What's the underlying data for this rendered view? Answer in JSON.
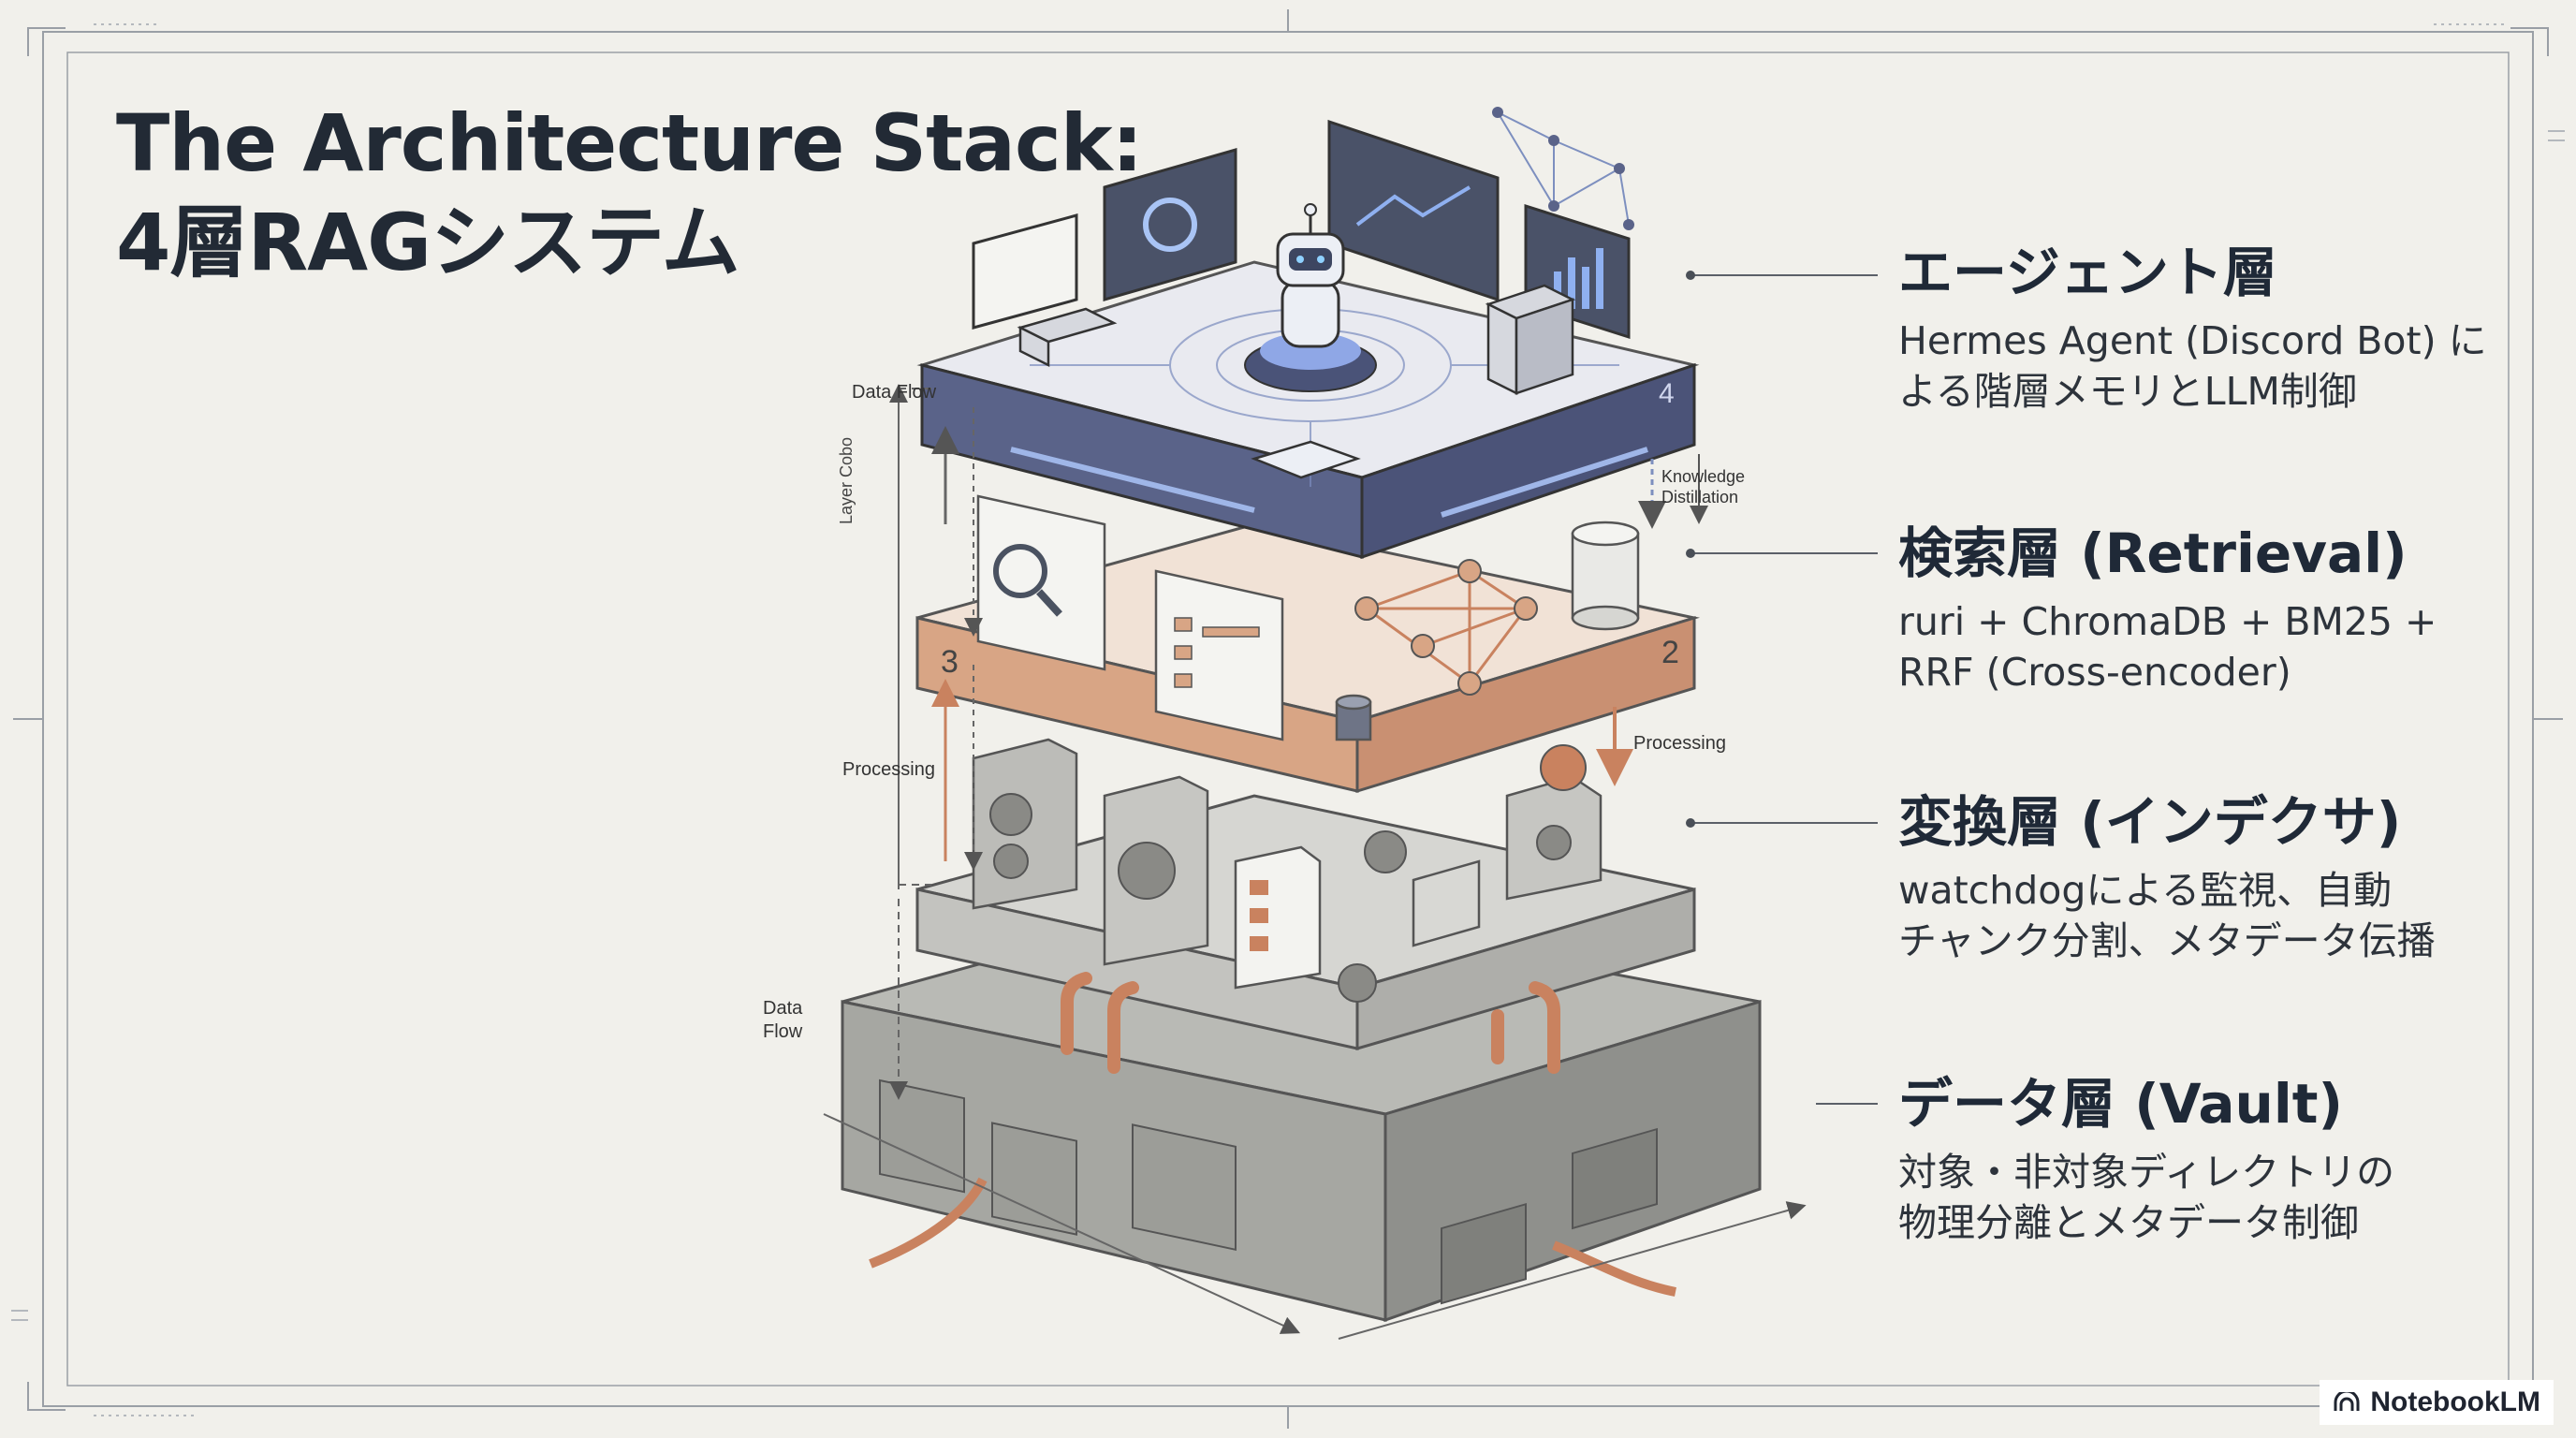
{
  "title": {
    "line1": "The Architecture Stack:",
    "line2": "4層RAGシステム"
  },
  "layers": [
    {
      "heading": "エージェント層",
      "lines": [
        "Hermes Agent (Discord Bot) に",
        "よる階層メモリとLLM制御"
      ]
    },
    {
      "heading": "検索層 (Retrieval)",
      "lines": [
        "ruri + ChromaDB + BM25 +",
        "RRF (Cross-encoder)"
      ]
    },
    {
      "heading": "変換層 (インデクサ)",
      "lines": [
        "watchdogによる監視、自動",
        "チャンク分割、メタデータ伝播"
      ]
    },
    {
      "heading": "データ層 (Vault)",
      "lines": [
        "対象・非対象ディレクトリの",
        "物理分離とメタデータ制御"
      ]
    }
  ],
  "diagram_labels": {
    "data_flow_top": "Data Flow",
    "processing_left": "Processing",
    "layer_combo": "Layer Cobo",
    "data_flow_bottom_1": "Data",
    "data_flow_bottom_2": "Flow",
    "knowledge_1": "Knowledge",
    "knowledge_2": "Distillation",
    "processing_right": "Processing",
    "num_3": "3",
    "num_2": "2",
    "num_4": "4"
  },
  "branding": {
    "logo": "NotebookLM"
  },
  "colors": {
    "background": "#f1f0eb",
    "agent_layer": "#5a6389",
    "retrieval_layer": "#d8a585",
    "indexer_layer": "#c9c9c5",
    "data_layer": "#a9aaa6",
    "pipe": "#c9825f"
  }
}
